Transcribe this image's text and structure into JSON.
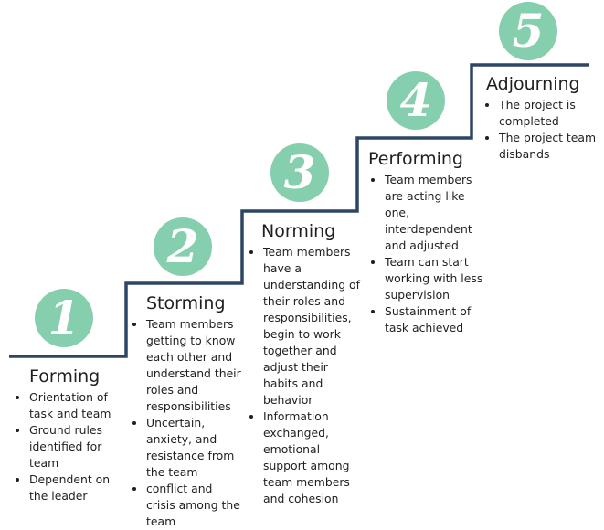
{
  "stage_line_color": "#2e4663",
  "badge_color": "#86cfae",
  "stages": [
    {
      "number": "1",
      "title": "Forming",
      "bullets": [
        "Orientation of task and team",
        "Ground rules identified for team",
        "Dependent on the leader"
      ]
    },
    {
      "number": "2",
      "title": "Storming",
      "bullets": [
        "Team members getting to know each other and understand their roles and responsibilities",
        "Uncertain, anxiety, and resistance from the team",
        "conflict and crisis among the team"
      ]
    },
    {
      "number": "3",
      "title": "Norming",
      "bullets": [
        "Team members have a understanding of their roles and responsibilities, begin to work together and adjust their habits and behavior",
        "Information exchanged, emotional support among team members and cohesion"
      ]
    },
    {
      "number": "4",
      "title": "Performing",
      "bullets": [
        "Team members are acting like one, interdependent and adjusted",
        "Team can start working with less supervision",
        "Sustainment of task achieved"
      ]
    },
    {
      "number": "5",
      "title": "Adjourning",
      "bullets": [
        "The project is completed",
        "The project team disbands"
      ]
    }
  ]
}
